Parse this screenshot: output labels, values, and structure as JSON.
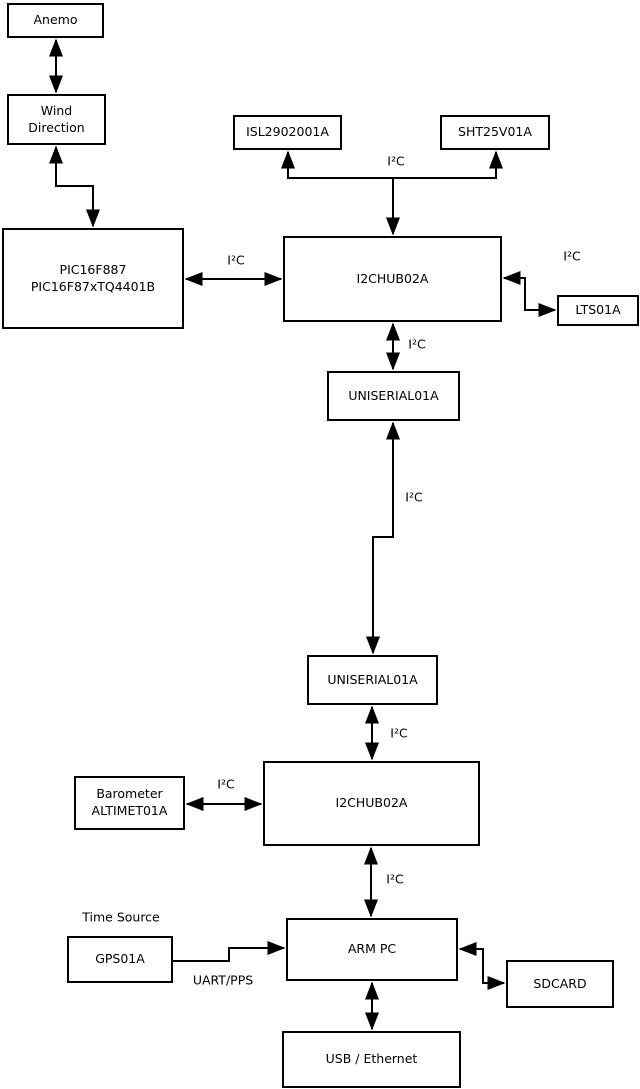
{
  "diagram": {
    "type": "hardware-block-diagram",
    "colors": {
      "background": "#ffffff",
      "stroke": "#000000",
      "text": "#000000"
    },
    "nodes": {
      "anemo": {
        "label": "Anemo"
      },
      "wind_direction": {
        "line1": "Wind",
        "line2": "Direction"
      },
      "pic": {
        "line1": "PIC16F887",
        "line2": "PIC16F87xTQ4401B"
      },
      "isl": {
        "label": "ISL2902001A"
      },
      "sht": {
        "label": "SHT25V01A"
      },
      "i2c_hub_1": {
        "label": "I2CHUB02A"
      },
      "lts": {
        "label": "LTS01A"
      },
      "uniserial_1": {
        "label": "UNISERIAL01A"
      },
      "uniserial_2": {
        "label": "UNISERIAL01A"
      },
      "i2c_hub_2": {
        "label": "I2CHUB02A"
      },
      "barometer": {
        "line1": "Barometer",
        "line2": "ALTIMET01A"
      },
      "gps": {
        "label": "GPS01A"
      },
      "arm_pc": {
        "label": "ARM PC"
      },
      "sdcard": {
        "label": "SDCARD"
      },
      "usb_ethernet": {
        "label": "USB / Ethernet"
      }
    },
    "labels": {
      "i2c": "I²C",
      "uart_pps": "UART/PPS",
      "time_source": "Time Source"
    },
    "edges": [
      {
        "from": "anemo",
        "to": "wind_direction",
        "label": "",
        "bidirectional": true
      },
      {
        "from": "wind_direction",
        "to": "pic",
        "label": "",
        "bidirectional": true
      },
      {
        "from": "pic",
        "to": "i2c_hub_1",
        "label": "I²C",
        "bidirectional": true
      },
      {
        "from": "i2c_hub_1",
        "to": "isl",
        "label": "I²C",
        "bidirectional": false
      },
      {
        "from": "i2c_hub_1",
        "to": "sht",
        "label": "I²C",
        "bidirectional": false
      },
      {
        "from": "i2c_hub_1",
        "to": "lts",
        "label": "I²C",
        "bidirectional": true
      },
      {
        "from": "i2c_hub_1",
        "to": "uniserial_1",
        "label": "I²C",
        "bidirectional": true
      },
      {
        "from": "uniserial_1",
        "to": "uniserial_2",
        "label": "I²C",
        "bidirectional": true
      },
      {
        "from": "uniserial_2",
        "to": "i2c_hub_2",
        "label": "I²C",
        "bidirectional": true
      },
      {
        "from": "barometer",
        "to": "i2c_hub_2",
        "label": "I²C",
        "bidirectional": true
      },
      {
        "from": "i2c_hub_2",
        "to": "arm_pc",
        "label": "I²C",
        "bidirectional": true
      },
      {
        "from": "gps",
        "to": "arm_pc",
        "label": "UART/PPS",
        "bidirectional": false
      },
      {
        "from": "arm_pc",
        "to": "sdcard",
        "label": "",
        "bidirectional": true
      },
      {
        "from": "arm_pc",
        "to": "usb_ethernet",
        "label": "",
        "bidirectional": true
      }
    ]
  }
}
